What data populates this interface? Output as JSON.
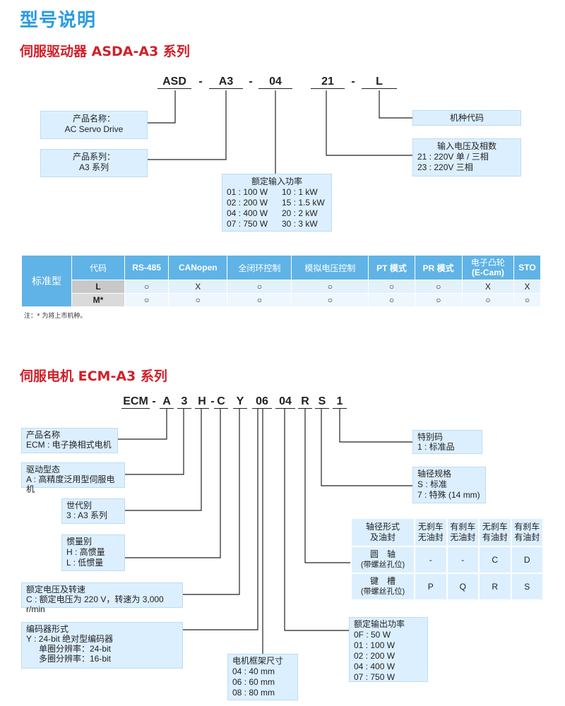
{
  "page_title": "型号说明",
  "drive": {
    "title": "伺服驱动器 ASDA-A3 系列",
    "codes": [
      "ASD",
      "-",
      "A3",
      "-",
      "04",
      "21",
      "-",
      "L"
    ],
    "product_name": {
      "label": "产品名称：",
      "value": "AC Servo Drive"
    },
    "series": {
      "label": "产品系列：",
      "value": "A3 系列"
    },
    "power": {
      "label": "额定输入功率",
      "rows": [
        [
          "01 : 100 W",
          "10 : 1 kW"
        ],
        [
          "02 : 200 W",
          "15 : 1.5 kW"
        ],
        [
          "04 : 400 W",
          "20 : 2 kW"
        ],
        [
          "07 : 750 W",
          "30 : 3 kW"
        ]
      ]
    },
    "model_code": {
      "label": "机种代码"
    },
    "voltage": {
      "label": "输入电压及相数",
      "lines": [
        "21 : 220V 单 / 三相",
        "23 : 220V 三相"
      ]
    },
    "table": {
      "row_label": "标准型",
      "headers": [
        "代码",
        "RS-485",
        "CANopen",
        "全闭环控制",
        "模拟电压控制",
        "PT 模式",
        "PR 模式",
        "电子凸轮",
        "(E-Cam)",
        "STO"
      ],
      "rows": [
        [
          "L",
          "○",
          "X",
          "○",
          "○",
          "○",
          "○",
          "X",
          "X"
        ],
        [
          "M*",
          "○",
          "○",
          "○",
          "○",
          "○",
          "○",
          "○",
          "○"
        ]
      ],
      "note": "注：* 为将上市机种。"
    }
  },
  "motor": {
    "title": "伺服电机 ECM-A3 系列",
    "codes": [
      "ECM",
      "-",
      "A",
      "3",
      "H",
      "-",
      "C",
      "Y",
      "06",
      "04",
      "R",
      "S",
      "1"
    ],
    "product_name": {
      "label": "产品名称",
      "value": "ECM : 电子换相式电机"
    },
    "drive_type": {
      "label": "驱动型态",
      "value": "A : 高精度泛用型伺服电机"
    },
    "generation": {
      "label": "世代别",
      "value": "3 : A3 系列"
    },
    "inertia": {
      "label": "惯量别",
      "lines": [
        "H : 高惯量",
        "L : 低惯量"
      ]
    },
    "voltage_speed": {
      "label": "额定电压及转速",
      "value": "C : 额定电压为 220 V，转速为 3,000 r/min"
    },
    "encoder": {
      "label": "编码器形式",
      "lines": [
        "Y : 24-bit 绝对型编码器",
        "单圈分辨率：24-bit",
        "多圈分辨率：16-bit"
      ]
    },
    "frame": {
      "label": "电机框架尺寸",
      "lines": [
        "04 : 40 mm",
        "06 : 60 mm",
        "08 : 80 mm"
      ]
    },
    "power": {
      "label": "额定输出功率",
      "lines": [
        "0F : 50 W",
        "01 : 100 W",
        "02 : 200 W",
        "04 : 400 W",
        "07 : 750 W"
      ]
    },
    "special": {
      "label": "特别码",
      "value": "1 : 标准品"
    },
    "shaft": {
      "label": "轴径规格",
      "lines": [
        "S : 标准",
        "7 : 特殊 (14 mm)"
      ]
    },
    "shaft_table": {
      "header": [
        "轴径形式",
        "及油封"
      ],
      "cols": [
        [
          "无刹车",
          "无油封"
        ],
        [
          "有刹车",
          "无油封"
        ],
        [
          "无刹车",
          "有油封"
        ],
        [
          "有刹车",
          "有油封"
        ]
      ],
      "rows": [
        {
          "name": [
            "圆　轴",
            "(带螺丝孔位)"
          ],
          "values": [
            "-",
            "-",
            "C",
            "D"
          ]
        },
        {
          "name": [
            "键　槽",
            "(带螺丝孔位)"
          ],
          "values": [
            "P",
            "Q",
            "R",
            "S"
          ]
        }
      ]
    }
  }
}
